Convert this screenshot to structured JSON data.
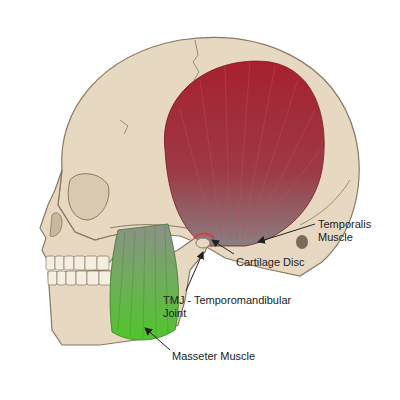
{
  "diagram": {
    "labels": [
      "Temporalis Muscle",
      "Cartilage Disc",
      "TMJ - Temporomandibular Joint",
      "Masseter Muscle"
    ]
  }
}
